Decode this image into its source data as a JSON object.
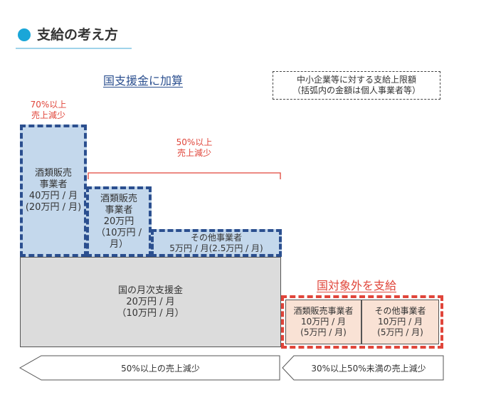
{
  "title": "支給の考え方",
  "labels": {
    "kuni_kasan": "国支援金に加算",
    "kuni_taishogai": "国対象外を支給",
    "red_70": [
      "70%以上",
      "売上減少"
    ],
    "red_50": [
      "50%以上",
      "売上減少"
    ]
  },
  "legend": {
    "line1": "中小企業等に対する支給上限額",
    "line2": "（括弧内の金額は個人事業者等）"
  },
  "blocks": {
    "liquor_40": [
      "酒類販売",
      "事業者",
      "40万円 / 月",
      "(20万円 / 月)"
    ],
    "liquor_20": [
      "酒類販売",
      "事業者",
      "20万円",
      "（10万円 / 月）"
    ],
    "other_5": [
      "その他事業者",
      "5万円 / 月(2.5万円 / 月)"
    ],
    "monthly": [
      "国の月次支援金",
      "20万円 / 月",
      "（10万円 / 月）"
    ],
    "liquor_10": [
      "酒類販売事業者",
      "10万円 / 月",
      "(5万円 / 月)"
    ],
    "other_10": [
      "その他事業者",
      "10万円 / 月",
      "(5万円 / 月)"
    ]
  },
  "arrows": {
    "over50": "50%以上の売上減少",
    "range30_50": "30%以上50%未満の売上減少"
  },
  "colors": {
    "accent_blue": "#2b4f8f",
    "light_blue_fill": "#c4d8ec",
    "accent_red": "#e0453a",
    "peach_fill": "#f9e2d5",
    "gray_fill": "#dcdcdc",
    "title_dot": "#1aa6d8"
  }
}
